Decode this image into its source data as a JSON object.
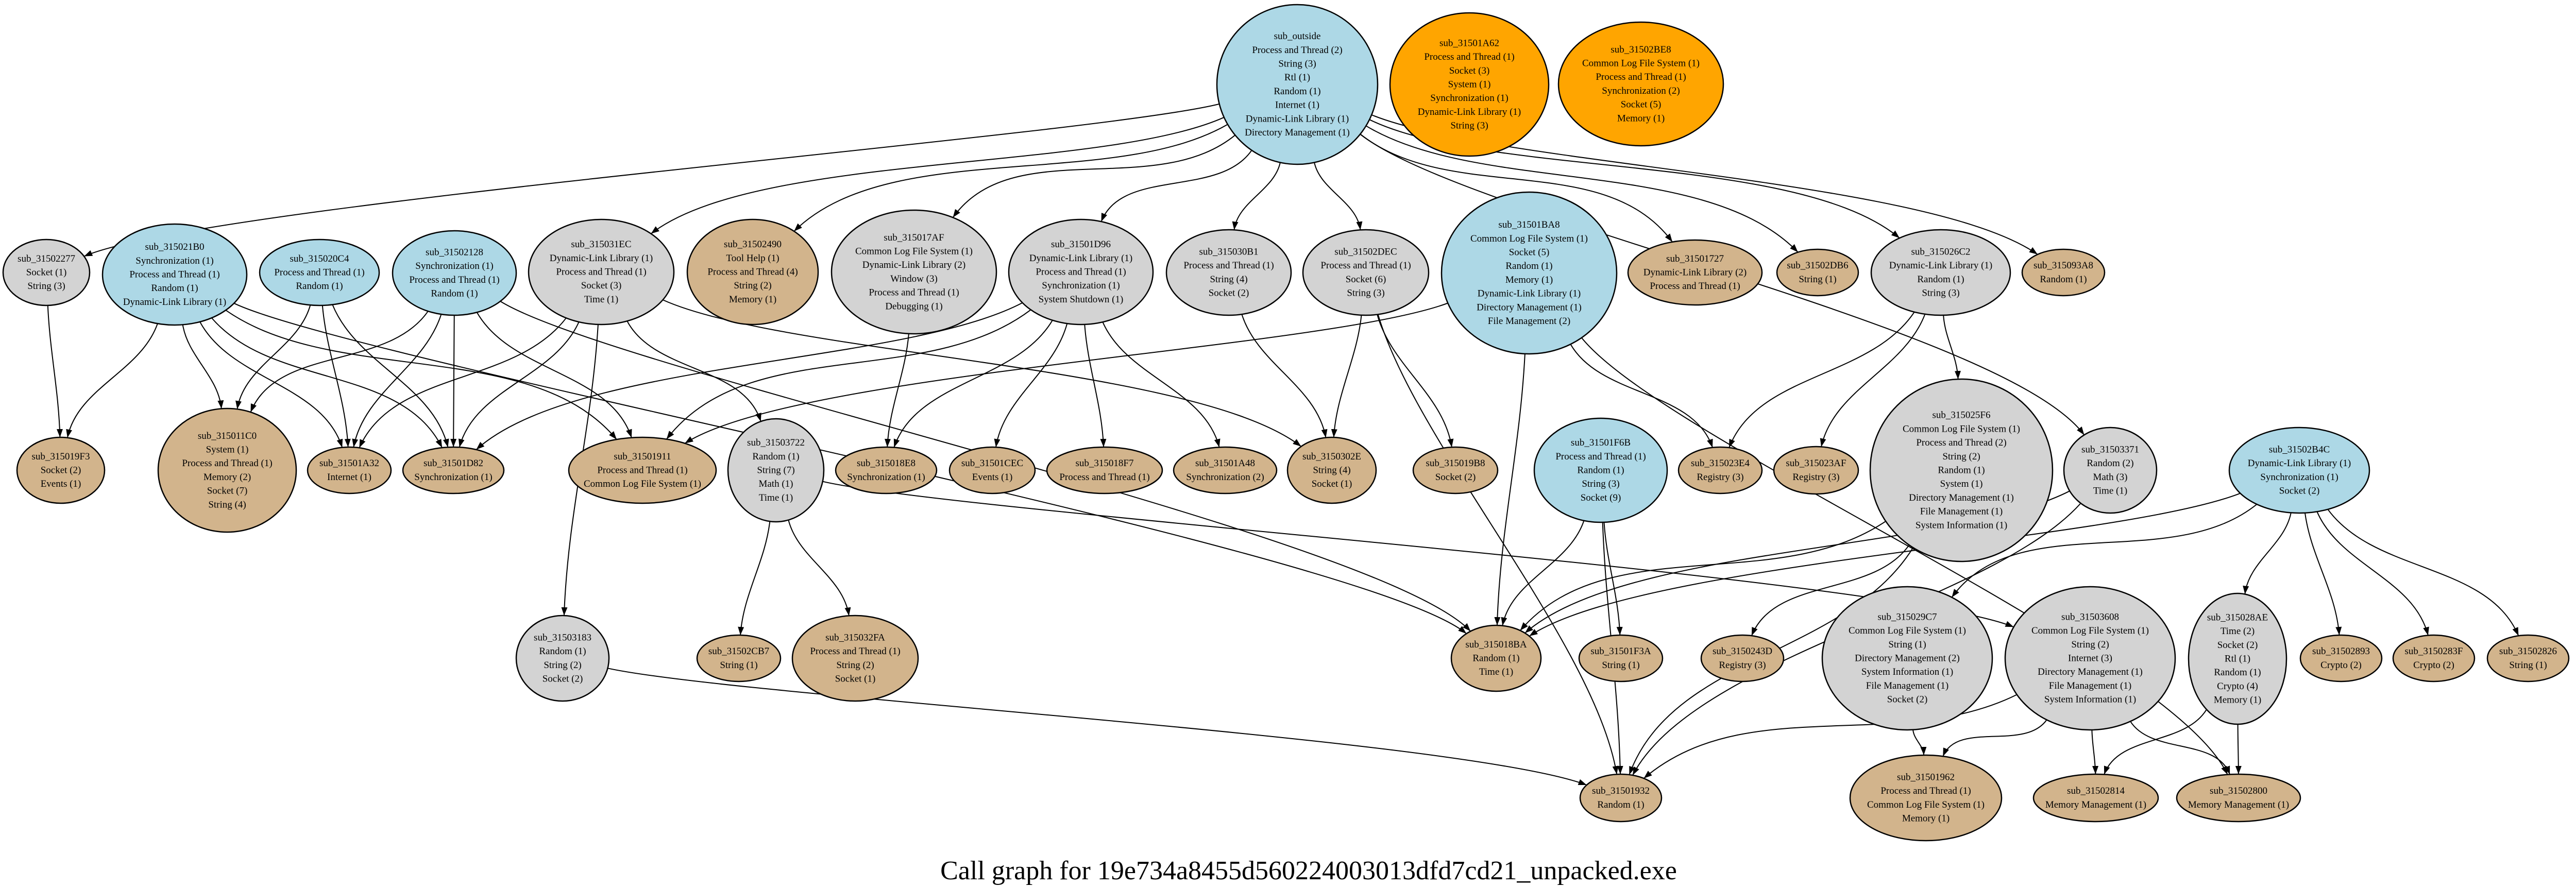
{
  "title": "Call graph for 19e734a8455d560224003013dfd7cd21_unpacked.exe",
  "node_colors": {
    "root": "#add8e6",
    "internal": "#d3d3d3",
    "leaf": "#d2b48c",
    "isolated": "#ffa500",
    "stroke": "#000000",
    "edge": "#000000"
  },
  "nodes": [
    {
      "id": "sub_outside",
      "kind": "root",
      "apis": [
        "Process and Thread (2)",
        "String (3)",
        "Rtl (1)",
        "Random (1)",
        "Internet (1)",
        "Dynamic-Link Library (1)",
        "Directory Management (1)"
      ]
    },
    {
      "id": "sub_31501A62",
      "kind": "isolated",
      "apis": [
        "Process and Thread (1)",
        "Socket (3)",
        "System (1)",
        "Synchronization (1)",
        "Dynamic-Link Library (1)",
        "String (3)"
      ]
    },
    {
      "id": "sub_31502BE8",
      "kind": "isolated",
      "apis": [
        "Common Log File System (1)",
        "Process and Thread (1)",
        "Synchronization (2)",
        "Socket (5)",
        "Memory (1)"
      ]
    },
    {
      "id": "sub_31502277",
      "kind": "internal",
      "apis": [
        "Socket (1)",
        "String (3)"
      ]
    },
    {
      "id": "sub_315021B0",
      "kind": "root",
      "apis": [
        "Synchronization (1)",
        "Process and Thread (1)",
        "Random (1)",
        "Dynamic-Link Library (1)"
      ]
    },
    {
      "id": "sub_315020C4",
      "kind": "root",
      "apis": [
        "Process and Thread (1)",
        "Random (1)"
      ]
    },
    {
      "id": "sub_31502128",
      "kind": "root",
      "apis": [
        "Synchronization (1)",
        "Process and Thread (1)",
        "Random (1)"
      ]
    },
    {
      "id": "sub_315031EC",
      "kind": "internal",
      "apis": [
        "Dynamic-Link Library (1)",
        "Process and Thread (1)",
        "Socket (3)",
        "Time (1)"
      ]
    },
    {
      "id": "sub_31502490",
      "kind": "leaf",
      "apis": [
        "Tool Help (1)",
        "Process and Thread (4)",
        "String (2)",
        "Memory (1)"
      ]
    },
    {
      "id": "sub_315017AF",
      "kind": "internal",
      "apis": [
        "Common Log File System (1)",
        "Dynamic-Link Library (2)",
        "Window (3)",
        "Process and Thread (1)",
        "Debugging (1)"
      ]
    },
    {
      "id": "sub_31501D96",
      "kind": "internal",
      "apis": [
        "Dynamic-Link Library (1)",
        "Process and Thread (1)",
        "Synchronization (1)",
        "System Shutdown (1)"
      ]
    },
    {
      "id": "sub_315030B1",
      "kind": "internal",
      "apis": [
        "Process and Thread (1)",
        "String (4)",
        "Socket (2)"
      ]
    },
    {
      "id": "sub_31502DEC",
      "kind": "internal",
      "apis": [
        "Process and Thread (1)",
        "Socket (6)",
        "String (3)"
      ]
    },
    {
      "id": "sub_31501BA8",
      "kind": "root",
      "apis": [
        "Common Log File System (1)",
        "Socket (5)",
        "Random (1)",
        "Memory (1)",
        "Dynamic-Link Library (1)",
        "Directory Management (1)",
        "File Management (2)"
      ]
    },
    {
      "id": "sub_31501727",
      "kind": "leaf",
      "apis": [
        "Dynamic-Link Library (2)",
        "Process and Thread (1)"
      ]
    },
    {
      "id": "sub_31502DB6",
      "kind": "leaf",
      "apis": [
        "String (1)"
      ]
    },
    {
      "id": "sub_315026C2",
      "kind": "internal",
      "apis": [
        "Dynamic-Link Library (1)",
        "Random (1)",
        "String (3)"
      ]
    },
    {
      "id": "sub_315093A8",
      "kind": "leaf",
      "apis": [
        "Random (1)"
      ]
    },
    {
      "id": "sub_315019F3",
      "kind": "leaf",
      "apis": [
        "Socket (2)",
        "Events (1)"
      ]
    },
    {
      "id": "sub_315011C0",
      "kind": "leaf",
      "apis": [
        "System (1)",
        "Process and Thread (1)",
        "Memory (2)",
        "Socket (7)",
        "String (4)"
      ]
    },
    {
      "id": "sub_31501A32",
      "kind": "leaf",
      "apis": [
        "Internet (1)"
      ]
    },
    {
      "id": "sub_31501D82",
      "kind": "leaf",
      "apis": [
        "Synchronization (1)"
      ]
    },
    {
      "id": "sub_31501911",
      "kind": "leaf",
      "apis": [
        "Process and Thread (1)",
        "Common Log File System (1)"
      ]
    },
    {
      "id": "sub_31503722",
      "kind": "internal",
      "apis": [
        "Random (1)",
        "String (7)",
        "Math (1)",
        "Time (1)"
      ]
    },
    {
      "id": "sub_315018E8",
      "kind": "leaf",
      "apis": [
        "Synchronization (1)"
      ]
    },
    {
      "id": "sub_31501CEC",
      "kind": "leaf",
      "apis": [
        "Events (1)"
      ]
    },
    {
      "id": "sub_315018F7",
      "kind": "leaf",
      "apis": [
        "Process and Thread (1)"
      ]
    },
    {
      "id": "sub_31501A48",
      "kind": "leaf",
      "apis": [
        "Synchronization (2)"
      ]
    },
    {
      "id": "sub_3150302E",
      "kind": "leaf",
      "apis": [
        "String (4)",
        "Socket (1)"
      ]
    },
    {
      "id": "sub_315019B8",
      "kind": "leaf",
      "apis": [
        "Socket (2)"
      ]
    },
    {
      "id": "sub_31501F6B",
      "kind": "root",
      "apis": [
        "Process and Thread (1)",
        "Random (1)",
        "String (3)",
        "Socket (9)"
      ]
    },
    {
      "id": "sub_315023E4",
      "kind": "leaf",
      "apis": [
        "Registry (3)"
      ]
    },
    {
      "id": "sub_315023AF",
      "kind": "leaf",
      "apis": [
        "Registry (3)"
      ]
    },
    {
      "id": "sub_315025F6",
      "kind": "internal",
      "apis": [
        "Common Log File System (1)",
        "Process and Thread (2)",
        "String (2)",
        "Random (1)",
        "System (1)",
        "Directory Management (1)",
        "File Management (1)",
        "System Information (1)"
      ]
    },
    {
      "id": "sub_31503371",
      "kind": "internal",
      "apis": [
        "Random (2)",
        "Math (3)",
        "Time (1)"
      ]
    },
    {
      "id": "sub_31502B4C",
      "kind": "root",
      "apis": [
        "Dynamic-Link Library (1)",
        "Synchronization (1)",
        "Socket (2)"
      ]
    },
    {
      "id": "sub_31503183",
      "kind": "internal",
      "apis": [
        "Random (1)",
        "String (2)",
        "Socket (2)"
      ]
    },
    {
      "id": "sub_31502CB7",
      "kind": "leaf",
      "apis": [
        "String (1)"
      ]
    },
    {
      "id": "sub_315032FA",
      "kind": "leaf",
      "apis": [
        "Process and Thread (1)",
        "String (2)",
        "Socket (1)"
      ]
    },
    {
      "id": "sub_315018BA",
      "kind": "leaf",
      "apis": [
        "Random (1)",
        "Time (1)"
      ]
    },
    {
      "id": "sub_31501F3A",
      "kind": "leaf",
      "apis": [
        "String (1)"
      ]
    },
    {
      "id": "sub_3150243D",
      "kind": "leaf",
      "apis": [
        "Registry (3)"
      ]
    },
    {
      "id": "sub_315029C7",
      "kind": "internal",
      "apis": [
        "Common Log File System (1)",
        "String (1)",
        "Directory Management (2)",
        "System Information (1)",
        "File Management (1)",
        "Socket (2)"
      ]
    },
    {
      "id": "sub_31503608",
      "kind": "internal",
      "apis": [
        "Common Log File System (1)",
        "String (2)",
        "Internet (3)",
        "Directory Management (1)",
        "File Management (1)",
        "System Information (1)"
      ]
    },
    {
      "id": "sub_315028AE",
      "kind": "internal",
      "apis": [
        "Time (2)",
        "Socket (2)",
        "Rtl (1)",
        "Random (1)",
        "Crypto (4)",
        "Memory (1)"
      ]
    },
    {
      "id": "sub_31502893",
      "kind": "leaf",
      "apis": [
        "Crypto (2)"
      ]
    },
    {
      "id": "sub_3150283F",
      "kind": "leaf",
      "apis": [
        "Crypto (2)"
      ]
    },
    {
      "id": "sub_31502826",
      "kind": "leaf",
      "apis": [
        "String (1)"
      ]
    },
    {
      "id": "sub_31501932",
      "kind": "leaf",
      "apis": [
        "Random (1)"
      ]
    },
    {
      "id": "sub_31501962",
      "kind": "leaf",
      "apis": [
        "Process and Thread (1)",
        "Common Log File System (1)",
        "Memory (1)"
      ]
    },
    {
      "id": "sub_31502814",
      "kind": "leaf",
      "apis": [
        "Memory Management (1)"
      ]
    },
    {
      "id": "sub_31502800",
      "kind": "leaf",
      "apis": [
        "Memory Management (1)"
      ]
    }
  ],
  "edges": [
    [
      "sub_outside",
      "sub_31502277"
    ],
    [
      "sub_outside",
      "sub_315031EC"
    ],
    [
      "sub_outside",
      "sub_31502490"
    ],
    [
      "sub_outside",
      "sub_315017AF"
    ],
    [
      "sub_outside",
      "sub_31501D96"
    ],
    [
      "sub_outside",
      "sub_315030B1"
    ],
    [
      "sub_outside",
      "sub_31502DEC"
    ],
    [
      "sub_outside",
      "sub_31501727"
    ],
    [
      "sub_outside",
      "sub_31502DB6"
    ],
    [
      "sub_outside",
      "sub_315026C2"
    ],
    [
      "sub_outside",
      "sub_315093A8"
    ],
    [
      "sub_outside",
      "sub_31503371"
    ],
    [
      "sub_31502277",
      "sub_315019F3"
    ],
    [
      "sub_315021B0",
      "sub_315019F3"
    ],
    [
      "sub_315021B0",
      "sub_315011C0"
    ],
    [
      "sub_315021B0",
      "sub_31501A32"
    ],
    [
      "sub_315021B0",
      "sub_31501D82"
    ],
    [
      "sub_315021B0",
      "sub_31501911"
    ],
    [
      "sub_315021B0",
      "sub_315018BA"
    ],
    [
      "sub_315020C4",
      "sub_315011C0"
    ],
    [
      "sub_315020C4",
      "sub_31501A32"
    ],
    [
      "sub_315020C4",
      "sub_31501D82"
    ],
    [
      "sub_31502128",
      "sub_315011C0"
    ],
    [
      "sub_31502128",
      "sub_31501A32"
    ],
    [
      "sub_31502128",
      "sub_31501D82"
    ],
    [
      "sub_31502128",
      "sub_31501911"
    ],
    [
      "sub_31502128",
      "sub_315018BA"
    ],
    [
      "sub_315031EC",
      "sub_31501A32"
    ],
    [
      "sub_315031EC",
      "sub_31501D82"
    ],
    [
      "sub_315031EC",
      "sub_31503183"
    ],
    [
      "sub_315031EC",
      "sub_31503722"
    ],
    [
      "sub_315031EC",
      "sub_3150302E"
    ],
    [
      "sub_315017AF",
      "sub_315018E8"
    ],
    [
      "sub_31501D96",
      "sub_31501D82"
    ],
    [
      "sub_31501D96",
      "sub_31501911"
    ],
    [
      "sub_31501D96",
      "sub_315018E8"
    ],
    [
      "sub_31501D96",
      "sub_31501CEC"
    ],
    [
      "sub_31501D96",
      "sub_315018F7"
    ],
    [
      "sub_31501D96",
      "sub_31501A48"
    ],
    [
      "sub_315030B1",
      "sub_3150302E"
    ],
    [
      "sub_31502DEC",
      "sub_3150302E"
    ],
    [
      "sub_31502DEC",
      "sub_315019B8"
    ],
    [
      "sub_31502DEC",
      "sub_31501932"
    ],
    [
      "sub_31501BA8",
      "sub_31501911"
    ],
    [
      "sub_31501BA8",
      "sub_315018BA"
    ],
    [
      "sub_31501BA8",
      "sub_315023E4"
    ],
    [
      "sub_31501BA8",
      "sub_31502800"
    ],
    [
      "sub_31501F6B",
      "sub_315018BA"
    ],
    [
      "sub_31501F6B",
      "sub_31501932"
    ],
    [
      "sub_31501F6B",
      "sub_31501F3A"
    ],
    [
      "sub_315026C2",
      "sub_315023E4"
    ],
    [
      "sub_315026C2",
      "sub_315023AF"
    ],
    [
      "sub_315026C2",
      "sub_315025F6"
    ],
    [
      "sub_315025F6",
      "sub_3150243D"
    ],
    [
      "sub_315025F6",
      "sub_315018BA"
    ],
    [
      "sub_315025F6",
      "sub_31501932"
    ],
    [
      "sub_31503371",
      "sub_315018BA"
    ],
    [
      "sub_31503371",
      "sub_31501932"
    ],
    [
      "sub_31503722",
      "sub_31502CB7"
    ],
    [
      "sub_31503722",
      "sub_315032FA"
    ],
    [
      "sub_31503722",
      "sub_31503608"
    ],
    [
      "sub_31503183",
      "sub_31501932"
    ],
    [
      "sub_31502B4C",
      "sub_315029C7"
    ],
    [
      "sub_31502B4C",
      "sub_315018BA"
    ],
    [
      "sub_31502B4C",
      "sub_315028AE"
    ],
    [
      "sub_31502B4C",
      "sub_31502893"
    ],
    [
      "sub_31502B4C",
      "sub_3150283F"
    ],
    [
      "sub_31502B4C",
      "sub_31502826"
    ],
    [
      "sub_315029C7",
      "sub_31501962"
    ],
    [
      "sub_31503608",
      "sub_31501932"
    ],
    [
      "sub_31503608",
      "sub_31501962"
    ],
    [
      "sub_31503608",
      "sub_31502814"
    ],
    [
      "sub_31503608",
      "sub_31502800"
    ],
    [
      "sub_315028AE",
      "sub_31502814"
    ],
    [
      "sub_315028AE",
      "sub_31502800"
    ]
  ]
}
